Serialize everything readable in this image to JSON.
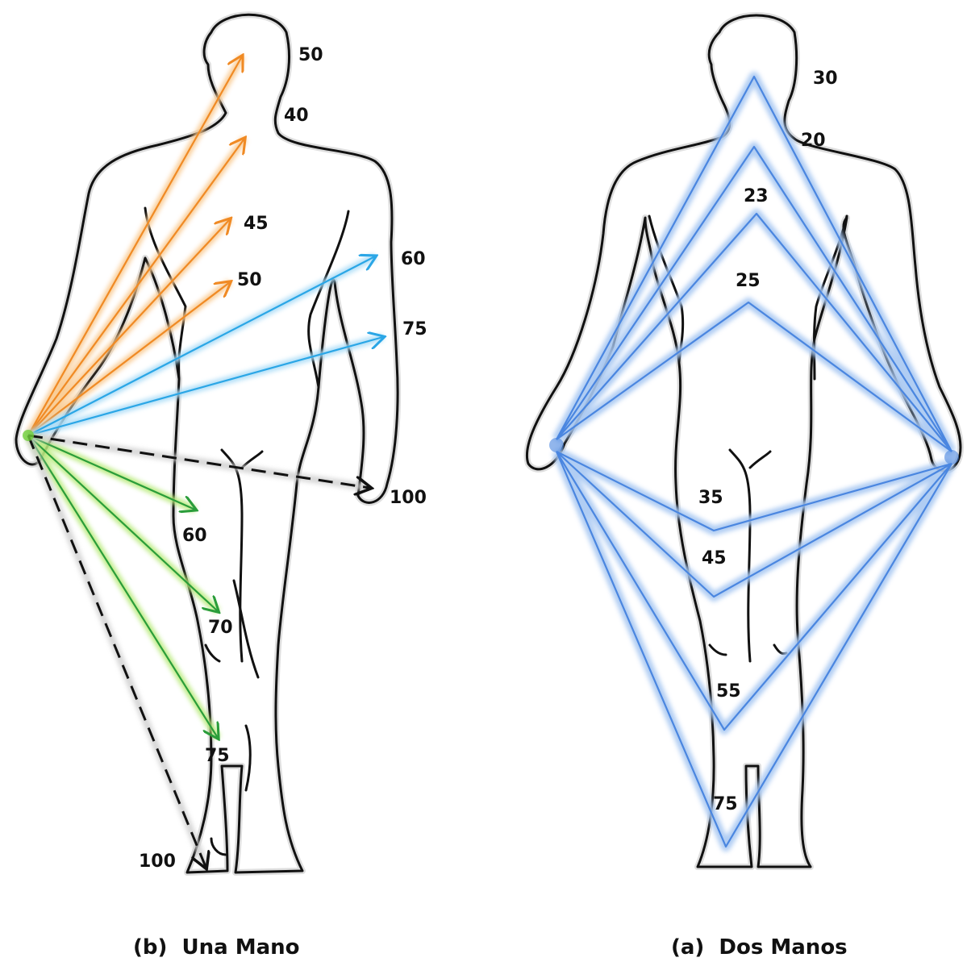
{
  "captions": {
    "left": "(b)  Una Mano",
    "right": "(a)  Dos Manos"
  },
  "colors": {
    "orange": "#f08a24",
    "orange_glow": "#f9c98f",
    "light_blue": "#2aa6e6",
    "light_blue_glow": "#a9dcf7",
    "green": "#2a9d3a",
    "green_glow": "#b8ea7a",
    "black_dashed": "#111111",
    "two_hand_blue": "#4a86e0",
    "two_hand_glow": "#a8c8f2",
    "outline": "#111111"
  },
  "one_hand": {
    "orange_labels": [
      "50",
      "40",
      "45",
      "50"
    ],
    "blue_labels": [
      "60",
      "75"
    ],
    "green_labels": [
      "60",
      "70",
      "75"
    ],
    "dashed_labels": [
      "100",
      "100"
    ]
  },
  "two_hands": {
    "upper_labels": [
      "30",
      "20",
      "23",
      "25"
    ],
    "lower_labels": [
      "35",
      "45",
      "55",
      "75"
    ]
  }
}
